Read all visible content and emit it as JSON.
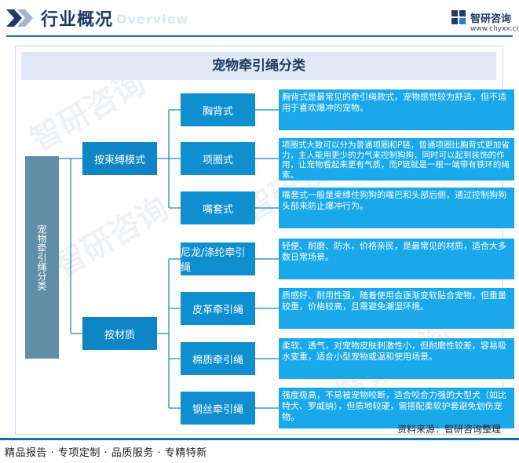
{
  "header": {
    "title": "行业概况",
    "title_en": "Overview",
    "logo_name": "智研咨询",
    "logo_url": "www.chyxx.com"
  },
  "diagram": {
    "title": "宠物牵引绳分类",
    "root": "宠物牵引绳分类",
    "groups": [
      {
        "label": "按束缚模式",
        "items": [
          {
            "label": "胸背式",
            "desc": "胸背式是最常见的牵引绳款式，宠物感觉较为舒适，但不适用于喜欢爆冲的宠物。"
          },
          {
            "label": "项圈式",
            "desc": "项圈式大致可以分为普通项圈和P链，普通项圈比胸背式更加省力，主人能用更少的力气来控制狗狗，同时可以起到装饰的作用，让宠物看起来更有气质，而P链就是一根一端带有铁环的绳索。"
          },
          {
            "label": "嘴套式",
            "desc": "嘴套式一般是束缚住狗狗的嘴巴和头部后侧，通过控制狗狗头部来防止爆冲行为。"
          }
        ]
      },
      {
        "label": "按材质",
        "items": [
          {
            "label": "尼龙/涤纶牵引绳",
            "desc": "轻便、耐磨、防水，价格亲民，是最常见的材质，适合大多数日常场景。"
          },
          {
            "label": "皮革牵引绳",
            "desc": "质感好、耐用性强，随着使用会逐渐变软贴合宠物，但重量较重，价格较高，且需避免潮湿环境。"
          },
          {
            "label": "棉质牵引绳",
            "desc": "柔软、透气，对宠物皮肤刺激性小，但耐磨性较差，容易吸水变重，适合小型宠物或温和使用场景。"
          },
          {
            "label": "钢丝牵引绳",
            "desc": "强度极高，不易被宠物咬断，适合咬合力强的大型犬（如比特犬、罗威纳），但质地较硬，需搭配柔软护套避免划伤宠物。"
          }
        ]
      }
    ]
  },
  "footer": {
    "source": "资料来源：智研咨询整理",
    "tagline": "精品报告 · 专项定制 · 品质服务 · 专精特新"
  },
  "watermark": "智研咨询",
  "colors": {
    "title_navy": "#1f3b66",
    "root_box": "#5f8ea6",
    "level_box": "#0f85c6",
    "desc_box": "#19a9ea",
    "rule_blue": "#1a6db5"
  }
}
